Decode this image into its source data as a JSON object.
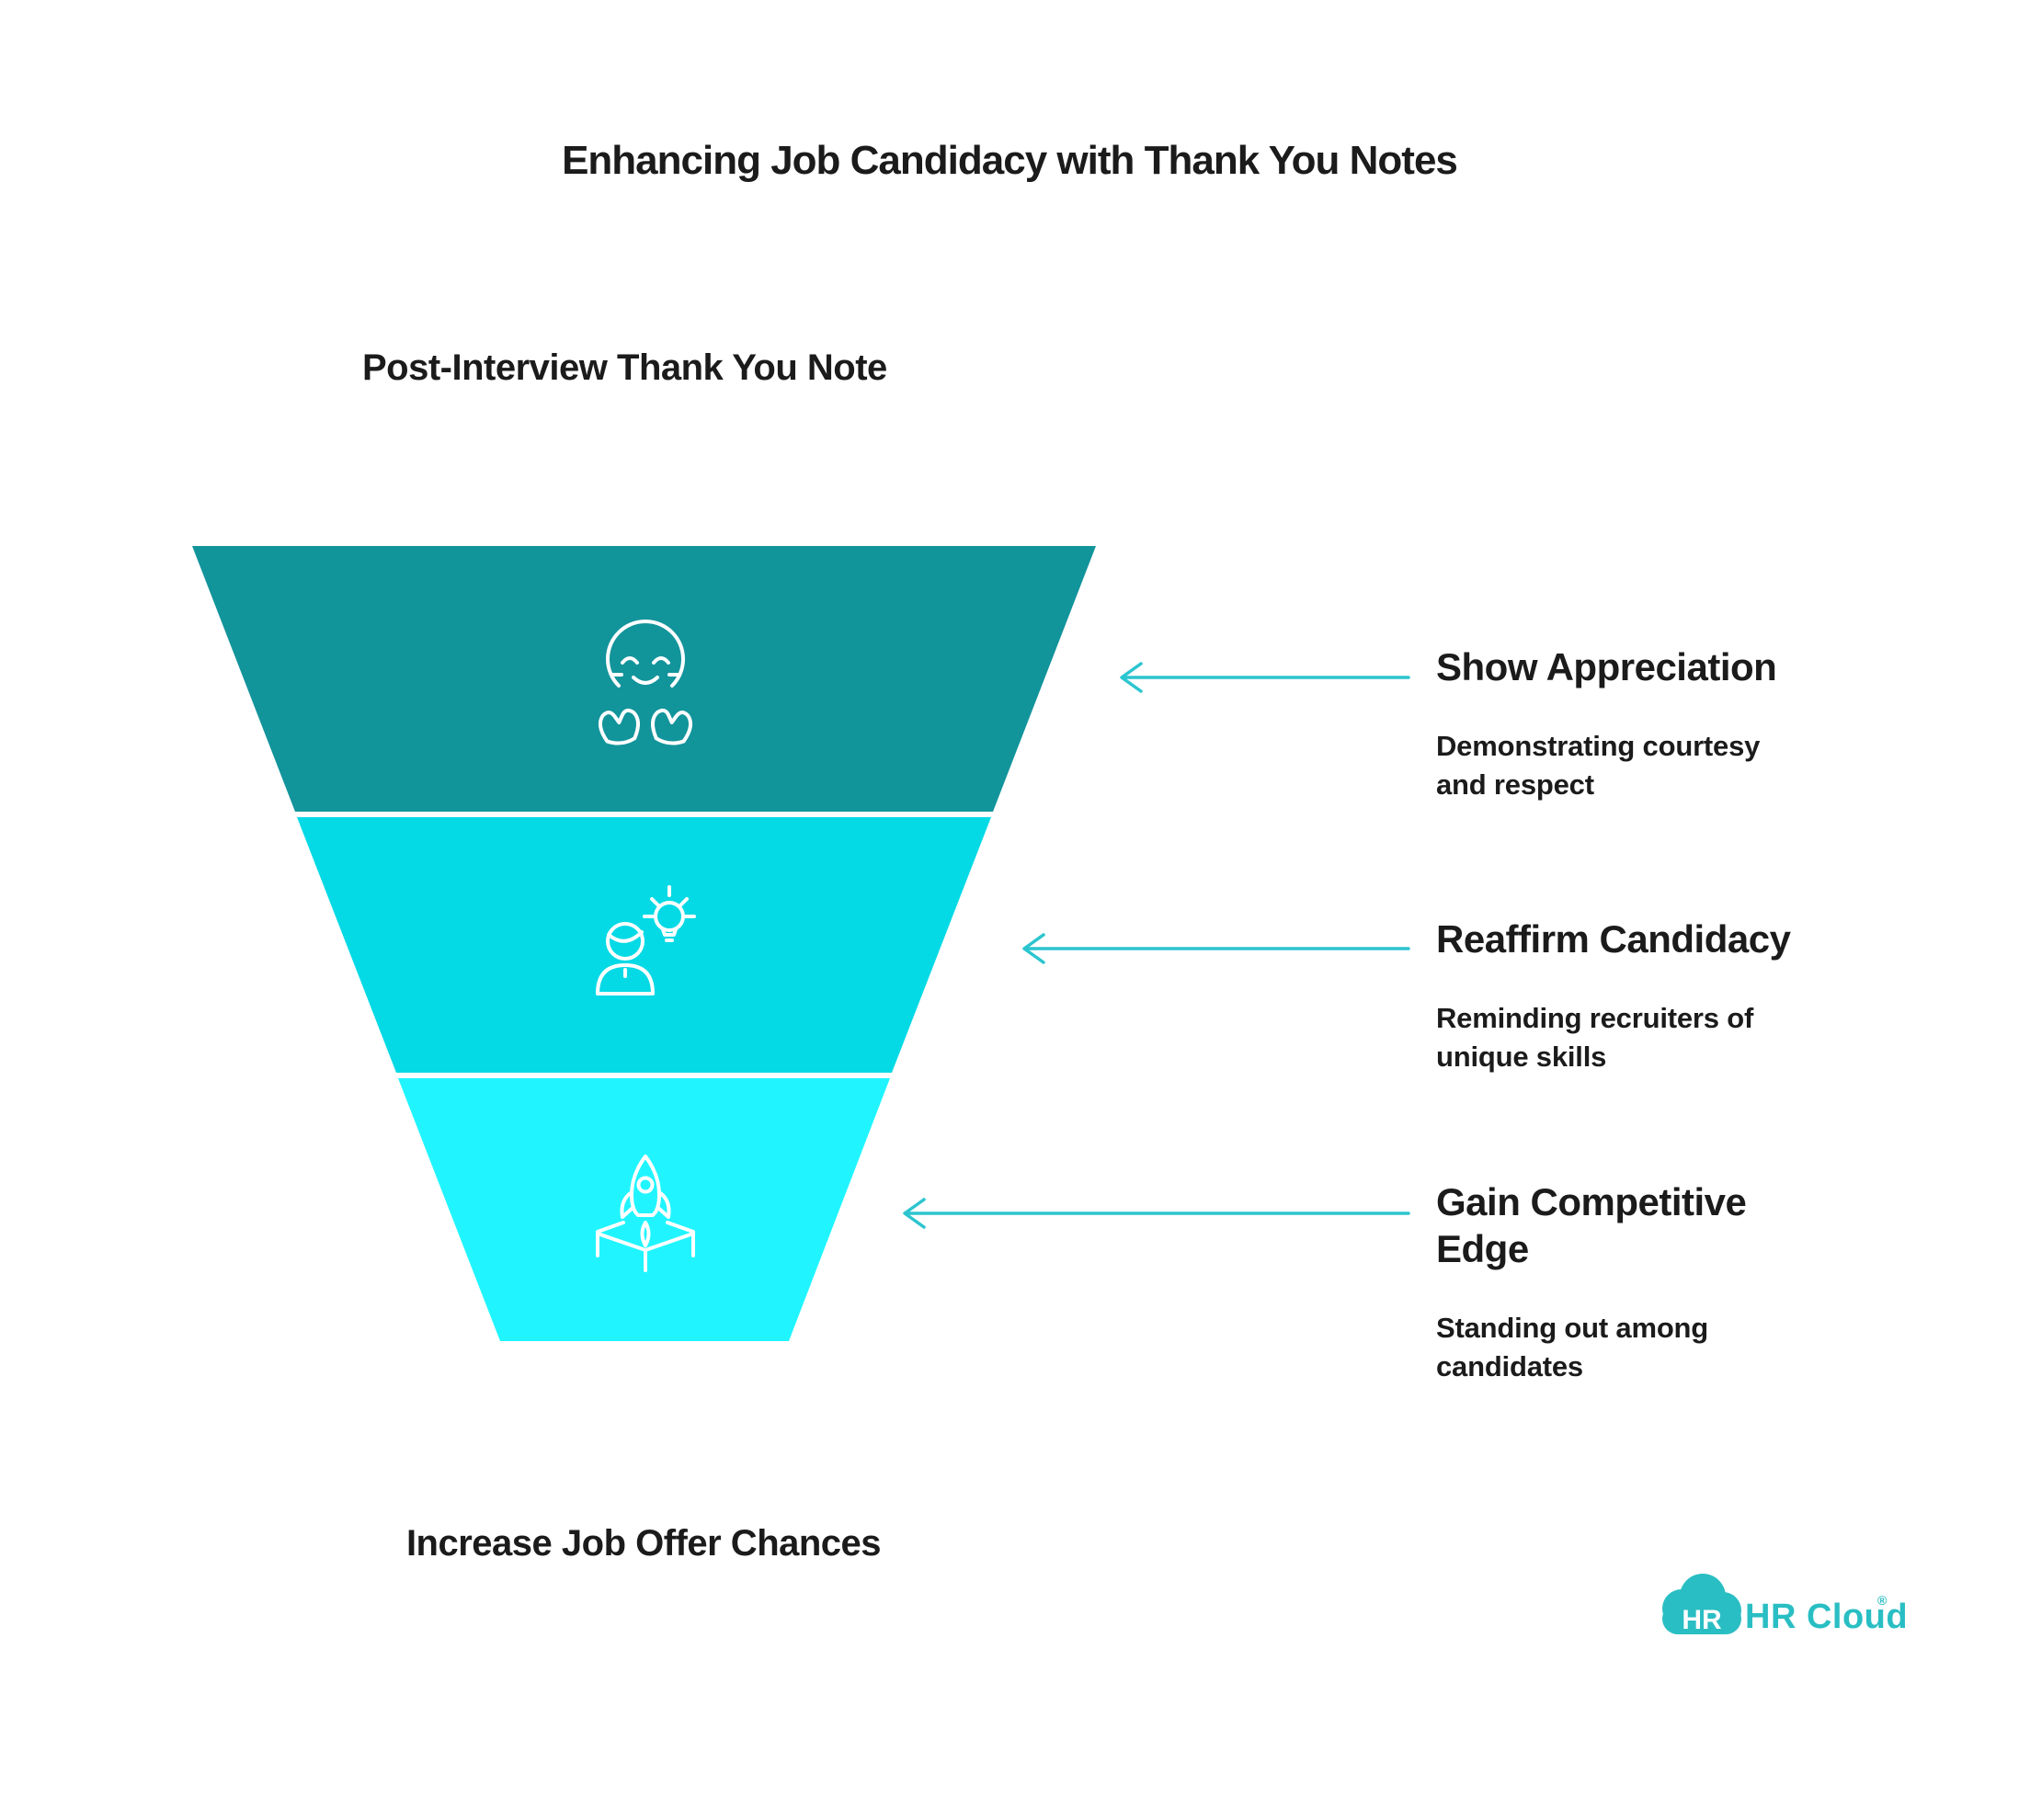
{
  "title": "Enhancing Job Candidacy with Thank You Notes",
  "funnel": {
    "input_label": "Post-Interview Thank You Note",
    "output_label": "Increase Job Offer Chances",
    "stages": [
      {
        "label": "Show Appreciation",
        "description": "Demonstrating courtesy and respect",
        "color": "#12949B",
        "icon": "hugging-face-icon"
      },
      {
        "label": "Reaffirm Candidacy",
        "description": "Reminding recruiters of unique skills",
        "color": "#04DAE6",
        "icon": "person-lightbulb-icon"
      },
      {
        "label": "Gain Competitive Edge",
        "description": "Standing out among candidates",
        "color": "#20F5FF",
        "icon": "rocket-launch-icon"
      }
    ],
    "icon_color": "#ffffff",
    "arrow_color": "#2CC5CF"
  },
  "logo": {
    "badge_text": "HR",
    "brand_text": "HR Cloud",
    "registered_mark": "®",
    "color": "#29BEC3"
  }
}
